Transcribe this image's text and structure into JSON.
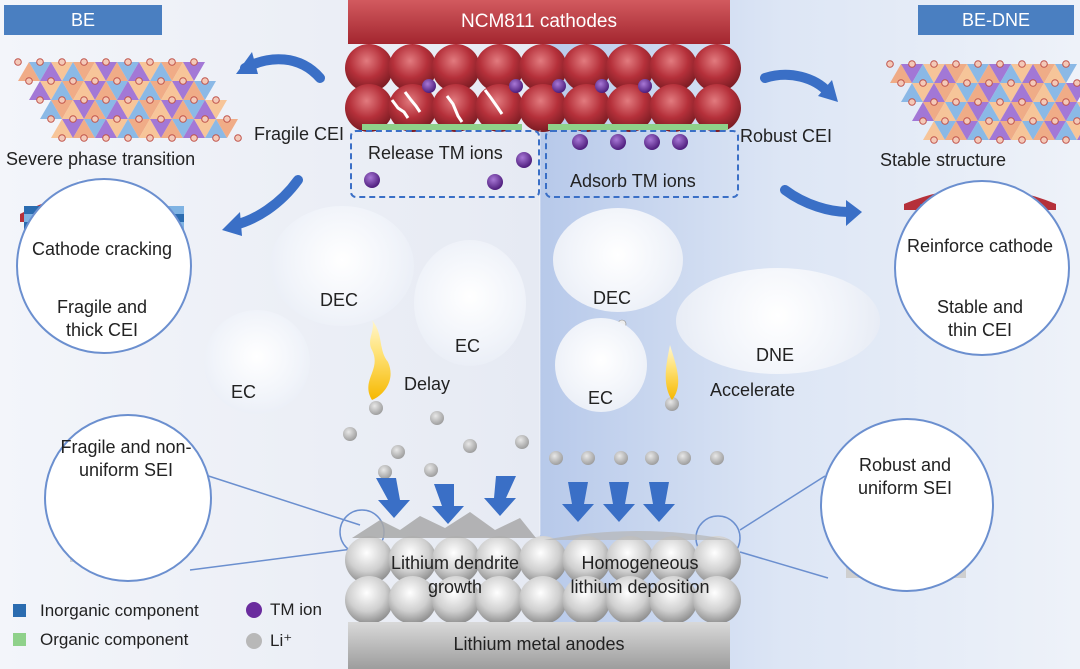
{
  "header": {
    "cathode_label": "NCM811 cathodes",
    "anode_label": "Lithium metal anodes",
    "left_tag": "BE",
    "right_tag": "BE-DNE"
  },
  "left": {
    "phase_label": "Severe phase transition",
    "cei_label": "Fragile CEI",
    "release_label": "Release TM ions",
    "crack_label": "Cathode cracking",
    "cei_desc": "Fragile and\nthick CEI",
    "sei_desc": "Fragile and non-\nuniform SEI",
    "dendrite_label": "Lithium dendrite\ngrowth",
    "delay_label": "Delay",
    "dec_label": "DEC",
    "ec_label_1": "EC",
    "ec_label_2": "EC"
  },
  "right": {
    "phase_label": "Stable structure",
    "cei_label": "Robust CEI",
    "adsorb_label": "Adsorb TM ions",
    "reinforce_label": "Reinforce cathode",
    "cei_desc": "Stable and\nthin CEI",
    "sei_desc": "Robust and\nuniform SEI",
    "deposition_label": "Homogeneous\nlithium deposition",
    "accelerate_label": "Accelerate",
    "dec_label": "DEC",
    "dne_label": "DNE",
    "ec_label": "EC"
  },
  "legend": {
    "inorganic": "Inorganic component",
    "organic": "Organic component",
    "tm_ion": "TM ion",
    "li_ion": "Li⁺"
  },
  "colors": {
    "cathode_red": "#b5303a",
    "tm_purple": "#6a2c9e",
    "li_gray": "#b8b8b8",
    "arrow_blue": "#3a6fc6",
    "tag_blue": "#4a7fc1",
    "inorganic_blue": "#2b6cb0",
    "organic_green": "#8fd18a"
  }
}
